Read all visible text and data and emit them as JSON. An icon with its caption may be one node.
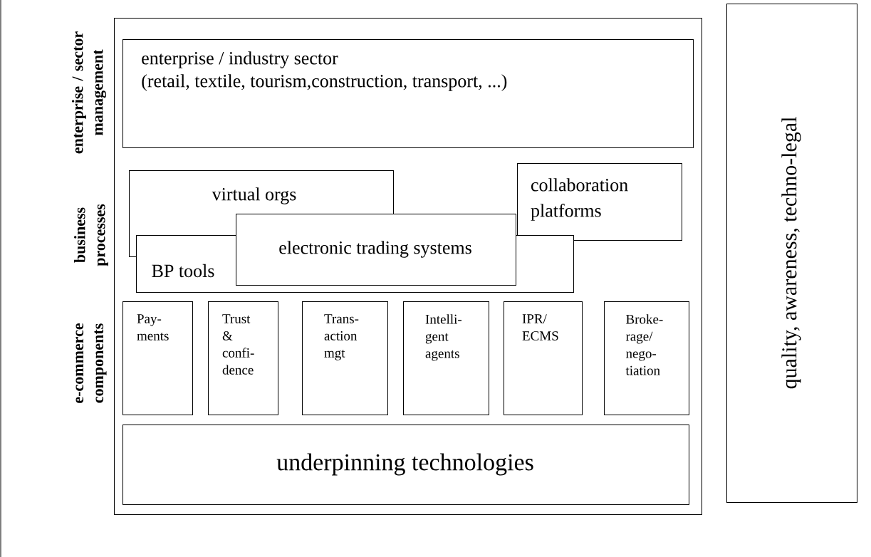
{
  "diagram": {
    "nodes": [
      {
        "text": [],
        "shape": "box"
      },
      {
        "text": [
          "enterprise / industry sector",
          "(retail, textile, tourism,construction, transport, ...)"
        ],
        "in": 0
      },
      {
        "text": [
          "virtual orgs"
        ],
        "in": 0
      },
      {
        "text": [
          "collaboration platforms"
        ],
        "in": 0
      },
      {
        "text": [
          "BP tools"
        ],
        "in": 0
      },
      {
        "text": [
          "electronic trading systems"
        ],
        "in": 0
      },
      {
        "text": [
          "Pay- ments"
        ],
        "in": 0
      },
      {
        "text": [
          "Trust & confi- dence"
        ],
        "in": 0
      },
      {
        "text": [
          "Trans- action mgt"
        ],
        "in": 0
      },
      {
        "text": [
          "Intelli- gent agents"
        ],
        "in": 0
      },
      {
        "text": [
          "IPR/ ECMS"
        ],
        "in": 0
      },
      {
        "text": [
          "Broke- rage/ nego- tiation"
        ],
        "in": 0
      },
      {
        "text": [
          "underpinning technologies"
        ],
        "in": 0
      },
      {
        "text": [
          "quality, awareness, techno-legal"
        ]
      }
    ],
    "labels": [
      "enterprise / sector management",
      "business processes",
      "e-commerce components"
    ]
  }
}
